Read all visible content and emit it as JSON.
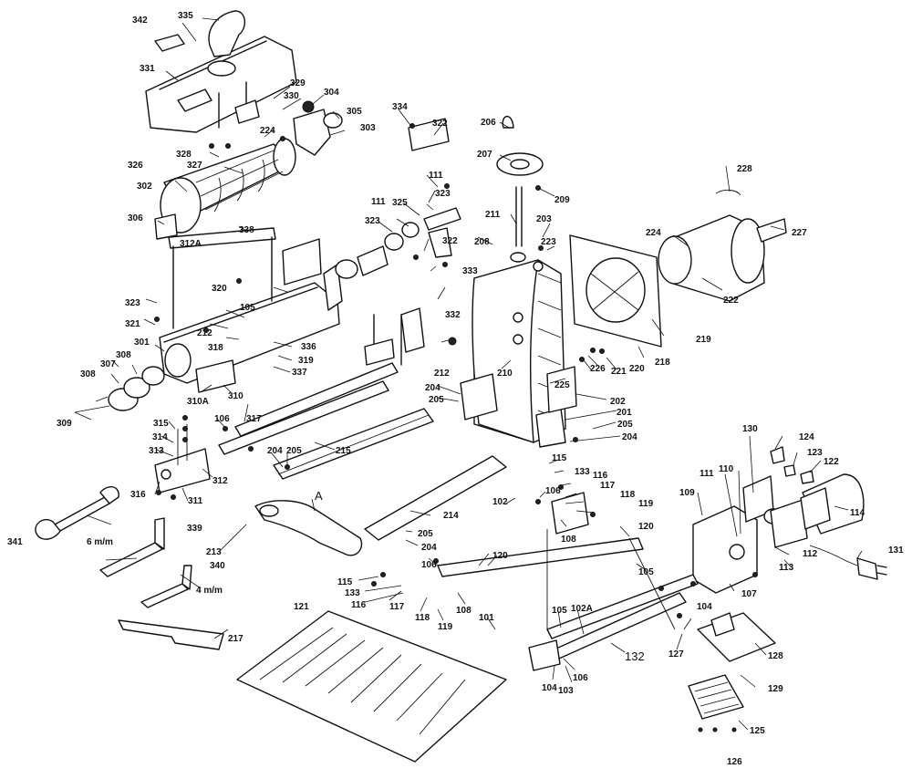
{
  "labels": {
    "l342": "342",
    "l335": "335",
    "l331": "331",
    "l329": "329",
    "l330": "330",
    "l304": "304",
    "l305": "305",
    "l303": "303",
    "l224a": "224",
    "l328": "328",
    "l327": "327",
    "l326": "326",
    "l302": "302",
    "l306": "306",
    "l312a": "312A",
    "l338": "338",
    "l320": "320",
    "l323a": "323",
    "l321": "321",
    "l105a": "105",
    "l212a": "212",
    "l318": "318",
    "l336": "336",
    "l319": "319",
    "l337": "337",
    "l301": "301",
    "l308a": "308",
    "l307": "307",
    "l308b": "308",
    "l309": "309",
    "l310a": "310A",
    "l310": "310",
    "l334": "334",
    "l322a": "322",
    "l111a": "111",
    "l111b": "111",
    "l325": "325",
    "l323b": "323",
    "l323c": "323",
    "l322b": "322",
    "l333a": "333",
    "l332": "332",
    "l206": "206",
    "l207": "207",
    "l209": "209",
    "l211": "211",
    "l203": "203",
    "l208": "208",
    "l223": "223",
    "l228": "228",
    "l224b": "224",
    "l227": "227",
    "l222": "222",
    "l219": "219",
    "l212b": "212",
    "l210": "210",
    "l226": "226",
    "l221": "221",
    "l220": "220",
    "l218": "218",
    "l225": "225",
    "l204a": "204",
    "l205a": "205",
    "l202": "202",
    "l201": "201",
    "l205b": "205",
    "l204b": "204",
    "l315": "315",
    "l106a": "106",
    "l317": "317",
    "l314": "314",
    "l313": "313",
    "l312": "312",
    "l311": "311",
    "l316": "316",
    "l215": "215",
    "l204c": "204",
    "l205c": "205",
    "l115a": "115",
    "l133a": "133",
    "l116a": "116",
    "l117a": "117",
    "l118a": "118",
    "l119a": "119",
    "l106b": "106",
    "l102": "102",
    "l108a": "108",
    "l120a": "120",
    "lA": "A",
    "l213": "213",
    "l214": "214",
    "l205d": "205",
    "l204d": "204",
    "l341": "341",
    "l339": "339",
    "l6mm": "6 m/m",
    "l340": "340",
    "l4mm": "4 m/m",
    "l217": "217",
    "l115b": "115",
    "l133b": "133",
    "l116b": "116",
    "l117b": "117",
    "l118b": "118",
    "l119b": "119",
    "l106c": "106",
    "l120b": "120",
    "l101": "101",
    "l108b": "108",
    "l105b": "105",
    "l105c": "105",
    "l102a": "102A",
    "l132": "132",
    "l104a": "104",
    "l103": "103",
    "l106d": "106",
    "l121": "121",
    "l130": "130",
    "l124": "124",
    "l123": "123",
    "l122": "122",
    "l111c": "111",
    "l110": "110",
    "l109": "109",
    "l114": "114",
    "l112": "112",
    "l131": "131",
    "l113": "113",
    "l107": "107",
    "l104b": "104",
    "l127": "127",
    "l128": "128",
    "l129": "129",
    "l125": "125",
    "l126": "126"
  }
}
